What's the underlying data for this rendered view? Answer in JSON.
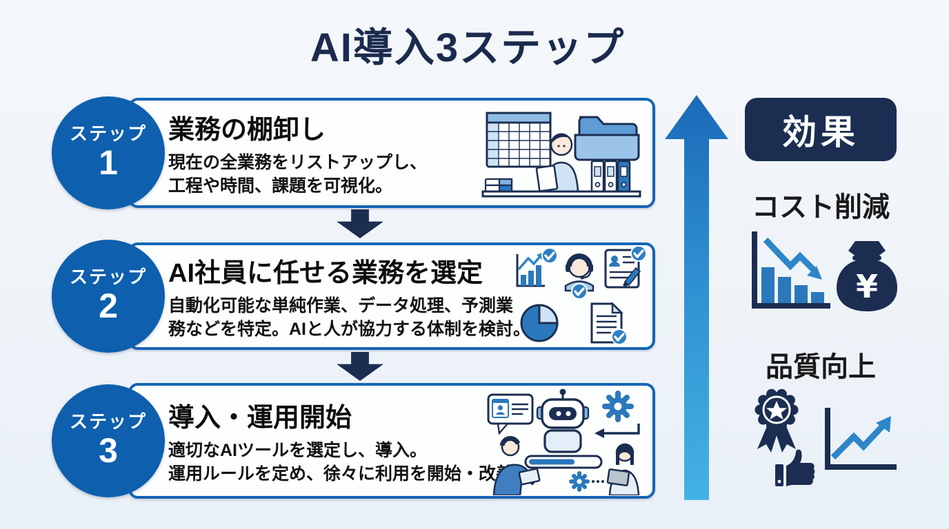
{
  "title": "AI導入3ステップ",
  "steps": [
    {
      "badge": "ステップ",
      "number": "1",
      "heading": "業務の棚卸し",
      "desc_line1": "現在の全業務をリストアップし、",
      "desc_line2": "工程や時間、課題を可視化。",
      "illustration": "worker-reviewing-documents",
      "illustration_icons": [
        "spreadsheet-icon",
        "folder-icon",
        "office-worker-figure",
        "binders-icon",
        "books-icon",
        "desk"
      ]
    },
    {
      "badge": "ステップ",
      "number": "2",
      "heading": "AI社員に任せる業務を選定",
      "desc_line1": "自動化可能な単純作業、データ処理、予測業",
      "desc_line2": "務などを特定。AIと人が協力する体制を検討。",
      "illustration": "task-selection-checklist",
      "illustration_icons": [
        "growth-chart-check-icon",
        "call-operator-check-icon",
        "profile-document-check-icon",
        "pie-chart-icon",
        "document-check-icon"
      ]
    },
    {
      "badge": "ステップ",
      "number": "3",
      "heading": "導入・運用開始",
      "desc_line1": "適切なAIツールを選定し、導入。",
      "desc_line2": "運用ルールを定め、徐々に利用を開始・改善。",
      "illustration": "robot-deployment-team",
      "illustration_icons": [
        "chat-profile-bubble-icon",
        "robot-icon",
        "gear-icon",
        "return-arrow-icon",
        "progress-bar",
        "small-gear-icon",
        "man-with-tablet-figure",
        "woman-with-tablet-figure"
      ]
    }
  ],
  "flow": {
    "between_steps": "down-block-arrow",
    "effect_arrow_direction": "up"
  },
  "effects": {
    "badge_label": "効果",
    "items": [
      {
        "label": "コスト削減",
        "icons": [
          "declining-bar-chart-icon",
          "money-bag-yen-icon"
        ],
        "money_symbol": "¥"
      },
      {
        "label": "品質向上",
        "icons": [
          "award-ribbon-icon",
          "thumbs-up-icon",
          "rising-line-chart-icon"
        ]
      }
    ]
  },
  "colors": {
    "background": "#eef3f8",
    "title_navy": "#1b2a4e",
    "circle_blue": "#0e5fae",
    "box_border_blue": "#1565b5",
    "dark_navy": "#1b2e52",
    "icon_blue": "#2b78bc",
    "bright_blue": "#2e86c9",
    "light_blue_fill": "#cfe3f5",
    "arrow_gradient_top": "#1b6ab8",
    "arrow_gradient_bottom": "#44b2e4"
  }
}
